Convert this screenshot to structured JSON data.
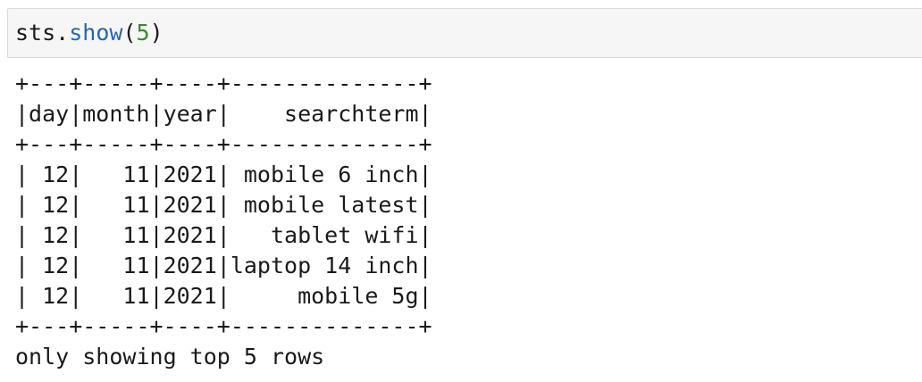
{
  "input_cell": {
    "code": {
      "object": "sts",
      "dot": ".",
      "method": "show",
      "open_paren": "(",
      "arg": "5",
      "close_paren": ")"
    }
  },
  "output": {
    "border_top": "+---+-----+----+--------------+",
    "header_row": "|day|month|year|    searchterm|",
    "border_header": "+---+-----+----+--------------+",
    "columns": [
      "day",
      "month",
      "year",
      "searchterm"
    ],
    "rows": [
      "| 12|   11|2021| mobile 6 inch|",
      "| 12|   11|2021| mobile latest|",
      "| 12|   11|2021|   tablet wifi|",
      "| 12|   11|2021|laptop 14 inch|",
      "| 12|   11|2021|     mobile 5g|"
    ],
    "border_bottom": "+---+-----+----+--------------+",
    "footer": "only showing top 5 rows"
  },
  "colors": {
    "method": "#2a64b2",
    "number": "#3c8a2e",
    "cell_background": "#f6f6f6"
  }
}
